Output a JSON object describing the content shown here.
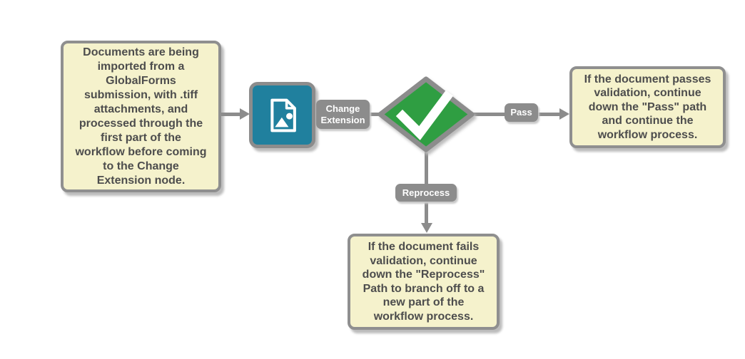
{
  "diagram": {
    "background": "#ffffff",
    "colors": {
      "note_fill": "#f5f2cc",
      "note_border": "#8f8f8f",
      "note_text": "#4d4d4d",
      "connector_gray": "#8c8c8c",
      "path_label_bg": "#8c8c8c",
      "path_label_text": "#ffffff",
      "node_fill": "#20809e",
      "diamond_fill": "#2f9e42",
      "check_white": "#ffffff",
      "shadow_gray": "#bcbcbc"
    },
    "notes": {
      "input_note": "Documents are being\nimported from a\nGlobalForms\nsubmission, with .tiff\nattachments, and\nprocessed through the\nfirst part of the\nworkflow before coming\nto the Change\nExtension node.",
      "pass_note": "If the document passes\nvalidation, continue\ndown the \"Pass\" path\nand continue the\nworkflow process.",
      "reprocess_note": "If the document fails\nvalidation, continue\ndown the \"Reprocess\"\nPath to branch off to a\nnew part of the\nworkflow process."
    },
    "nodes": {
      "change_extension_label": "Change\nExtension"
    },
    "paths": {
      "pass_label": "Pass",
      "reprocess_label": "Reprocess"
    }
  }
}
